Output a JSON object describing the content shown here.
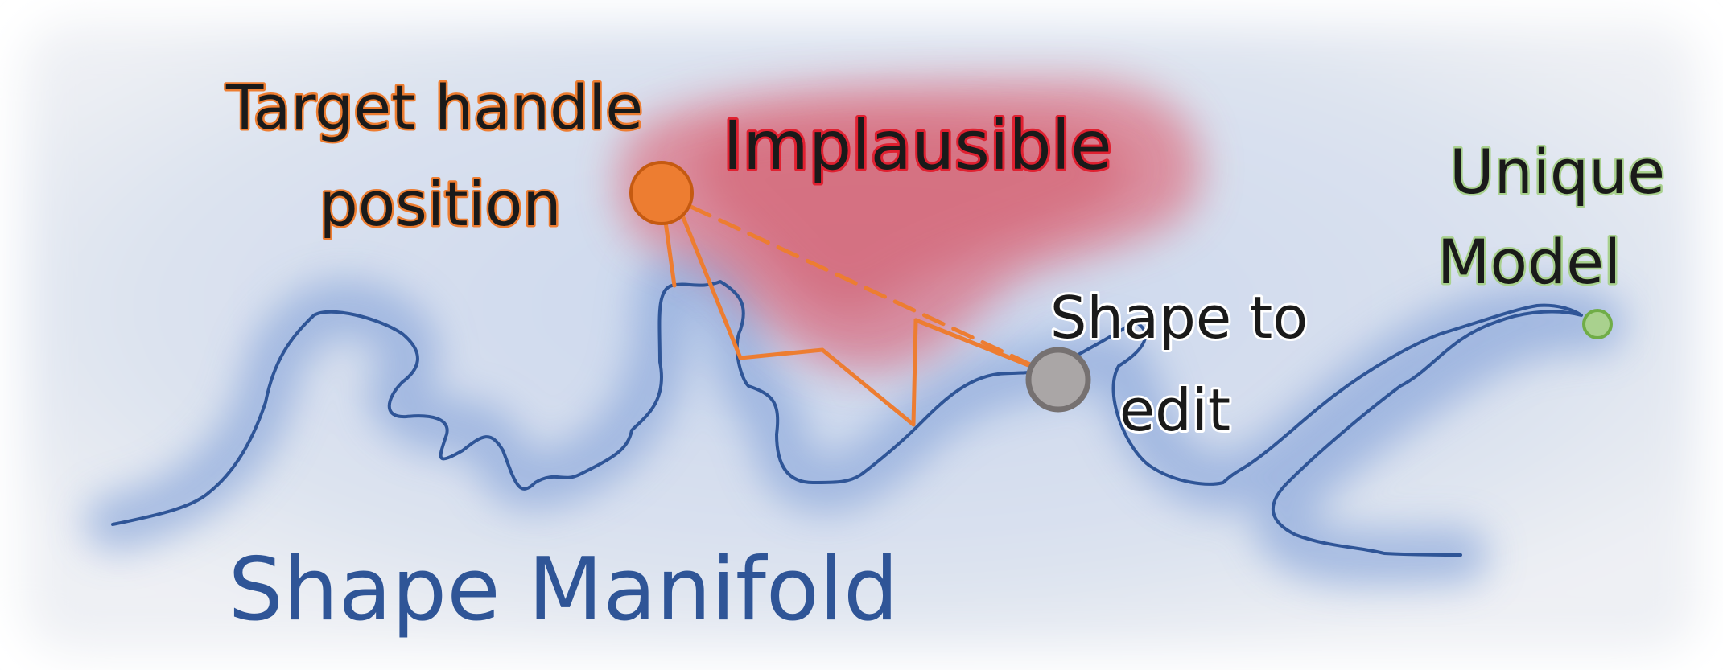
{
  "labels": {
    "target_line1": "Target handle",
    "target_line2": "position",
    "implausible": "Implausible",
    "unique_line1": "Unique",
    "unique_line2": "Model",
    "shape_line1": "Shape to",
    "shape_line2": "edit",
    "manifold": "Shape Manifold"
  },
  "colors": {
    "manifold_curve": "#2f5597",
    "manifold_glow": "#8faadc",
    "manifold_label": "#2f5597",
    "implausible_region": "#e05060",
    "implausible_text": "#c00000",
    "handle": "#ed7d31",
    "handle_stroke": "#c55a11",
    "path": "#ed7d31",
    "shape_point": "#aaa6a6",
    "shape_point_stroke": "#767171",
    "unique_point": "#a9d18e",
    "unique_point_stroke": "#70ad47",
    "unique_text_outline": "#a9d18e",
    "background_panel": "#dde3ee"
  }
}
